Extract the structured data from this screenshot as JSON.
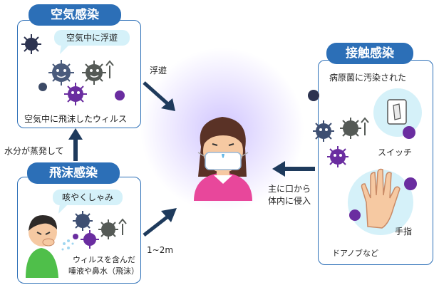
{
  "airborne": {
    "title": "空気感染",
    "bubble": "空気中に浮遊",
    "caption": "空気中に飛沫したウィルス"
  },
  "droplet": {
    "title": "飛沫感染",
    "bubble": "咳やくしゃみ",
    "caption_line1": "ウィルスを含んだ",
    "caption_line2": "唾液や鼻水（飛沫）"
  },
  "contact": {
    "title": "接触感染",
    "caption": "病原菌に汚染された",
    "switch_label": "スイッチ",
    "finger_label": "手指",
    "doorknob_label": "ドアノブなど"
  },
  "arrows": {
    "float_label": "浮遊",
    "evaporate_label": "水分が蒸発して",
    "distance_label": "1~2m",
    "entry_line1": "主に口から",
    "entry_line2": "体内に侵入"
  },
  "colors": {
    "panel_blue": "#2c6fb7",
    "bubble_cyan": "#d5f1f9",
    "arrow_navy": "#1e3a5c",
    "glow_purple": "#b9a8ff"
  }
}
